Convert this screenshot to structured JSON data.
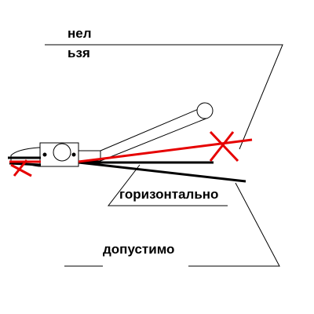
{
  "labels": {
    "forbidden_line1": "нел",
    "forbidden_line2": "ьзя",
    "horizontal": "горизонтально",
    "allowed": "допустимо"
  },
  "colors": {
    "ink": "#000000",
    "forbidden": "#e60000",
    "background": "#ffffff"
  }
}
